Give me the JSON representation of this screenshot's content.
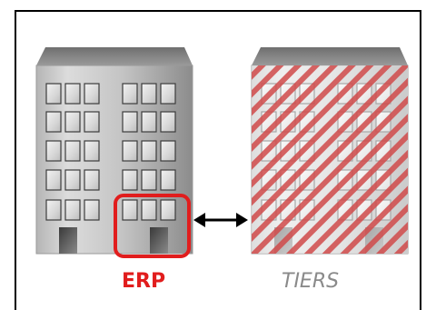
{
  "labels": {
    "erp": "ERP",
    "tiers": "TIERS"
  },
  "colors": {
    "highlight_red": "#e11d1d",
    "tiers_text_gray": "#8a8a8a",
    "stripe_red": "#d04a4a",
    "arrow": "#000000"
  },
  "buildings": [
    {
      "name": "erp-building",
      "style": "plain"
    },
    {
      "name": "tiers-building",
      "style": "red-striped"
    }
  ],
  "icons": {
    "connector": "double-headed-arrow"
  }
}
